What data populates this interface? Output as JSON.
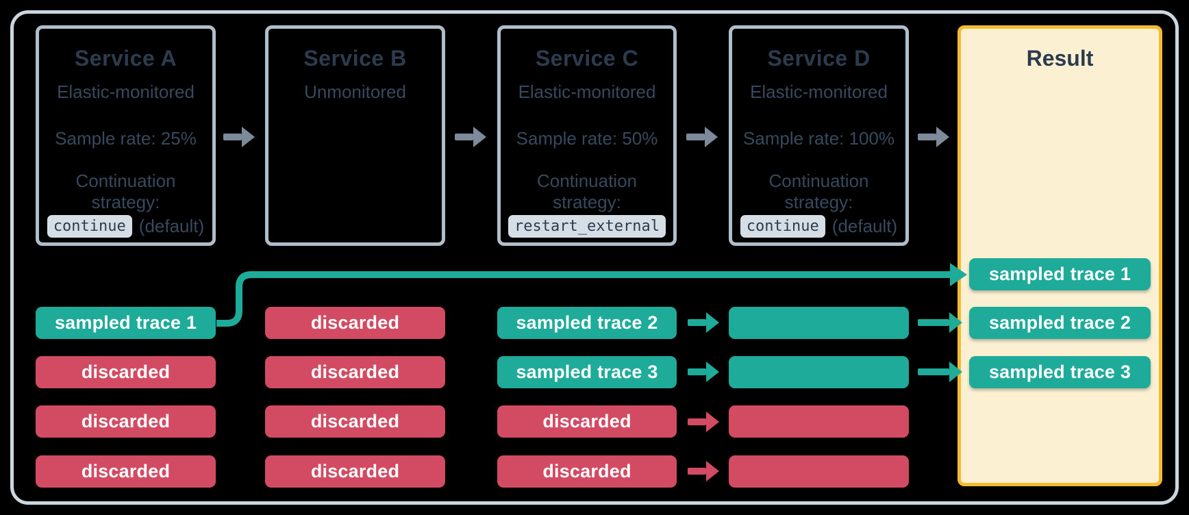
{
  "services": [
    {
      "title": "Service A",
      "monitoring": "Elastic-monitored",
      "sample_rate": "Sample rate: 25%",
      "strategy_label": "Continuation strategy:",
      "strategy_code": "continue",
      "strategy_note": "(default)"
    },
    {
      "title": "Service B",
      "monitoring": "Unmonitored"
    },
    {
      "title": "Service C",
      "monitoring": "Elastic-monitored",
      "sample_rate": "Sample rate: 50%",
      "strategy_label": "Continuation strategy:",
      "strategy_code": "restart_external",
      "strategy_note": ""
    },
    {
      "title": "Service D",
      "monitoring": "Elastic-monitored",
      "sample_rate": "Sample rate: 100%",
      "strategy_label": "Continuation strategy:",
      "strategy_code": "continue",
      "strategy_note": "(default)"
    }
  ],
  "result": {
    "title": "Result",
    "traces": [
      "sampled trace 1",
      "sampled trace 2",
      "sampled trace 3"
    ]
  },
  "columns": {
    "a": [
      "sampled trace 1",
      "discarded",
      "discarded",
      "discarded"
    ],
    "b": [
      "discarded",
      "discarded",
      "discarded",
      "discarded"
    ],
    "c": [
      "sampled trace 2",
      "sampled trace 3",
      "discarded",
      "discarded"
    ],
    "d": [
      "",
      "",
      "",
      ""
    ]
  },
  "colors": {
    "sampled": "#1fab9a",
    "discarded": "#d34b62",
    "flow_arrow": "#7d8a99",
    "service_border": "#aebecb",
    "frame_border": "#ccd6df",
    "title_text": "#2c3c4e",
    "body_text": "#37495c",
    "badge_bg": "#d6dee5",
    "result_border": "#f3bb31",
    "result_bg": "#fbf0d2"
  }
}
